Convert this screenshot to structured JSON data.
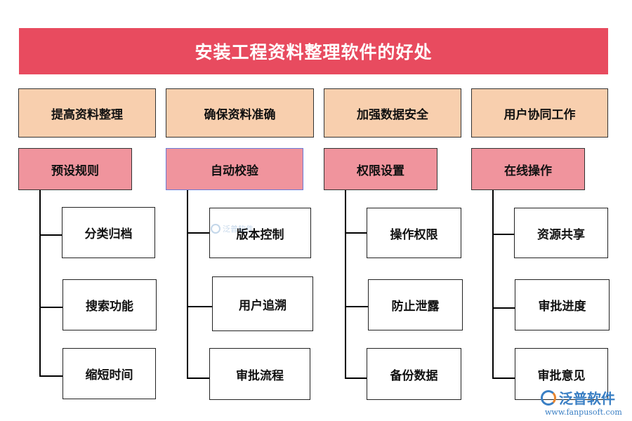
{
  "title": "安装工程资料整理软件的好处",
  "colors": {
    "title_bg": "#e84b5f",
    "category_bg": "#f8cfae",
    "subcategory_bg": "#f0949d",
    "subcategory_border_highlight": "#6b7bd6"
  },
  "columns": [
    {
      "category": "提高资料整理",
      "subcategory": "预设规则",
      "items": [
        "分类归档",
        "搜索功能",
        "缩短时间"
      ]
    },
    {
      "category": "确保资料准确",
      "subcategory": "自动校验",
      "items": [
        "版本控制",
        "用户追溯",
        "审批流程"
      ]
    },
    {
      "category": "加强数据安全",
      "subcategory": "权限设置",
      "items": [
        "操作权限",
        "防止泄露",
        "备份数据"
      ]
    },
    {
      "category": "用户协同工作",
      "subcategory": "在线操作",
      "items": [
        "资源共享",
        "审批进度",
        "审批意见"
      ]
    }
  ],
  "watermark": {
    "faint_text": "泛普软件",
    "logo_name": "泛普软件",
    "logo_url": "www.fanpusoft.com",
    "logo_icon": "fanpu-logo-icon"
  }
}
